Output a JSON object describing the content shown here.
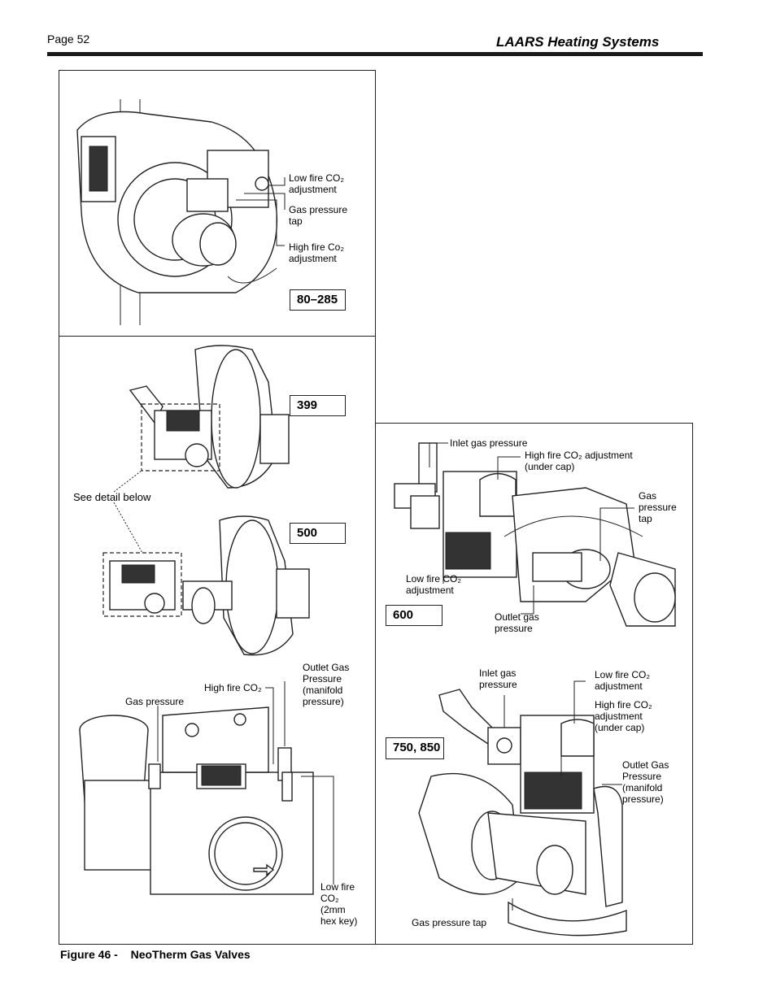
{
  "header": {
    "page": "Page 52",
    "brand": "LAARS Heating Systems"
  },
  "panel_80_285": {
    "tag": "80–285",
    "low_fire": "Low fire CO₂\nadjustment",
    "gas_tap": "Gas pressure\ntap",
    "high_fire": "High fire Co₂\nadjustment"
  },
  "panel_399_500": {
    "tag_399": "399",
    "tag_500": "500",
    "see_detail": "See detail below"
  },
  "panel_detail": {
    "gas_pressure": "Gas pressure",
    "high_fire": "High fire CO₂",
    "outlet": "Outlet Gas\nPressure\n(manifold\npressure)",
    "low_fire": "Low fire\nCO₂\n (2mm\nhex key)"
  },
  "panel_600": {
    "tag": "600",
    "inlet": "Inlet gas pressure",
    "high_fire": "High fire CO₂ adjustment\n(under cap)",
    "gas_tap": "Gas\npressure\ntap",
    "low_fire": "Low fire CO₂\nadjustment",
    "outlet": "Outlet gas\npressure"
  },
  "panel_750_850": {
    "tag": "750, 850",
    "inlet": "Inlet gas\npressure",
    "low_fire": "Low fire CO₂\nadjustment",
    "high_fire": "High fire CO₂\nadjustment\n(under cap)",
    "outlet": "Outlet Gas\nPressure\n(manifold\n  pressure)",
    "gas_tap": "Gas pressure tap"
  },
  "caption": {
    "figure": "Figure 46 -",
    "title": "NeoTherm Gas Valves"
  }
}
